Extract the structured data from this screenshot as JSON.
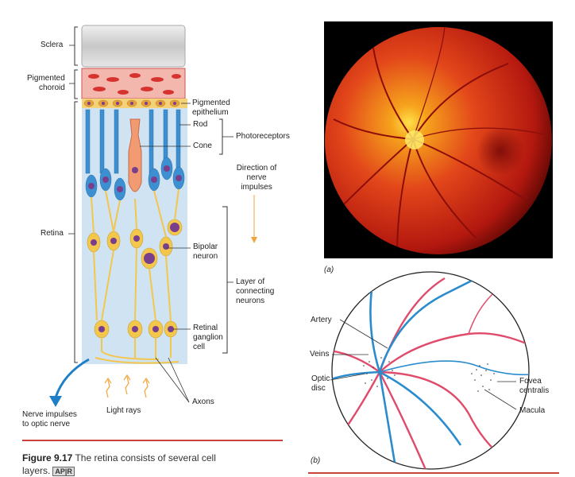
{
  "left_diagram": {
    "labels": {
      "sclera": "Sclera",
      "choroid_1": "Pigmented",
      "choroid_2": "choroid",
      "epithelium_1": "Pigmented",
      "epithelium_2": "epithelium",
      "rod": "Rod",
      "cone": "Cone",
      "photoreceptors": "Photoreceptors",
      "direction_1": "Direction of",
      "direction_2": "nerve",
      "direction_3": "impulses",
      "retina": "Retina",
      "bipolar_1": "Bipolar",
      "bipolar_2": "neuron",
      "layer_1": "Layer of",
      "layer_2": "connecting",
      "layer_3": "neurons",
      "ganglion_1": "Retinal",
      "ganglion_2": "ganglion",
      "ganglion_3": "cell",
      "axons": "Axons",
      "light_rays": "Light rays",
      "nerve_impulses_1": "Nerve impulses",
      "nerve_impulses_2": "to optic nerve"
    }
  },
  "caption": {
    "figure": "Figure 9.17",
    "text": " The retina consists of several cell",
    "text2": "layers.",
    "badge": "AP|R"
  },
  "photo": {
    "label": "(a)"
  },
  "sketch": {
    "label": "(b)",
    "labels": {
      "artery": "Artery",
      "veins": "Veins",
      "optic_1": "Optic",
      "optic_2": "disc",
      "fovea_1": "Fovea",
      "fovea_2": "centralis",
      "macula": "Macula"
    }
  },
  "colors": {
    "rule": "#c9433b",
    "retina_bg": "#cfe3f3",
    "rod": "#3c8fd0",
    "neuron": "#f3c64c",
    "nucleus": "#7a3f8c",
    "artery": "#e04b6b",
    "vein": "#2a8ccc"
  }
}
